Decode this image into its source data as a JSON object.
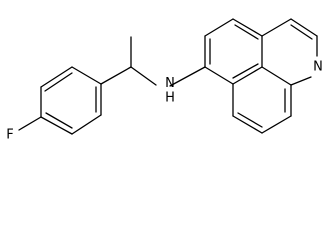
{
  "molecule": {
    "atoms": {
      "fluorine": "F",
      "amine": "N\nH",
      "ring_nitrogen": "N"
    }
  }
}
